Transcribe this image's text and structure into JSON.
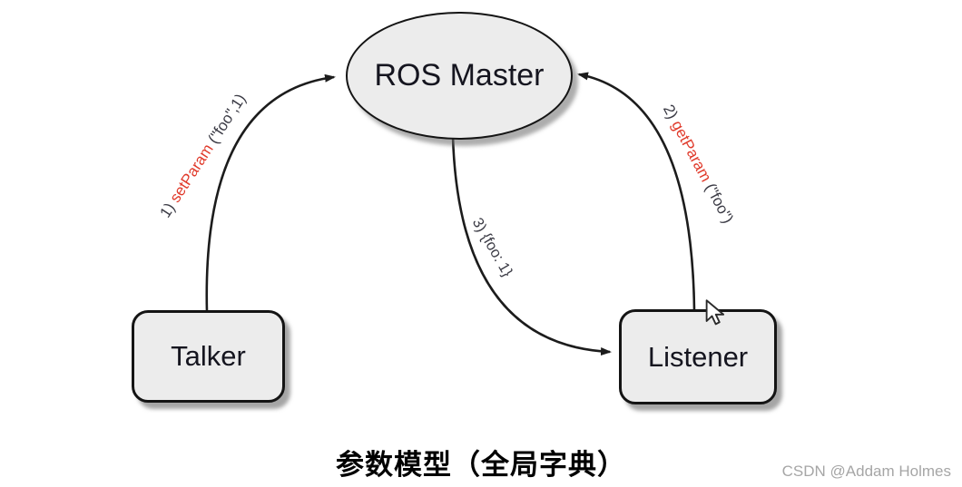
{
  "diagram": {
    "nodes": {
      "ros_master": {
        "label": "ROS Master"
      },
      "talker": {
        "label": "Talker"
      },
      "listener": {
        "label": "Listener"
      }
    },
    "edges": {
      "set_param": {
        "prefix": "1) ",
        "method": "setParam",
        "args": " (\"foo\",1)",
        "from": "Talker",
        "to": "ROS Master"
      },
      "get_param": {
        "prefix": "2) ",
        "method": "getParam",
        "args": " (\"foo\")",
        "from": "Listener",
        "to": "ROS Master"
      },
      "value_return": {
        "label": "3) {foo: 1}",
        "from": "ROS Master",
        "to": "Listener"
      }
    },
    "colors": {
      "node_fill": "#ececec",
      "node_border": "#141414",
      "edge_stroke": "#1c1c1c",
      "method_accent": "#e03a2b",
      "label_text": "#3a3a44",
      "watermark_text": "#a6a6a6"
    }
  },
  "caption": "参数模型（全局字典）",
  "watermark": "CSDN @Addam Holmes"
}
